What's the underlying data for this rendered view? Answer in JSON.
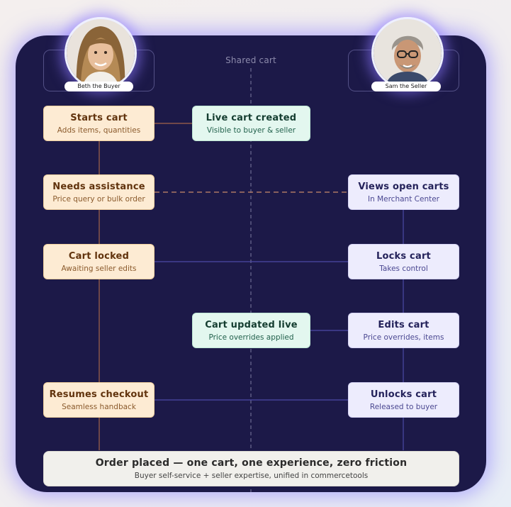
{
  "shared_lane_label": "Shared cart",
  "buyer": {
    "name": "Beth the Buyer"
  },
  "seller": {
    "name": "Sam the Seller"
  },
  "nodes": {
    "starts_cart": {
      "title": "Starts cart",
      "subtitle": "Adds items, quantities"
    },
    "live_cart_created": {
      "title": "Live cart created",
      "subtitle": "Visible to buyer & seller"
    },
    "needs_assistance": {
      "title": "Needs assistance",
      "subtitle": "Price query or bulk order"
    },
    "views_open_carts": {
      "title": "Views open carts",
      "subtitle": "In Merchant Center"
    },
    "cart_locked": {
      "title": "Cart locked",
      "subtitle": "Awaiting seller edits"
    },
    "locks_cart": {
      "title": "Locks cart",
      "subtitle": "Takes control"
    },
    "cart_updated_live": {
      "title": "Cart updated live",
      "subtitle": "Price overrides applied"
    },
    "edits_cart": {
      "title": "Edits cart",
      "subtitle": "Price overrides, items"
    },
    "resumes_checkout": {
      "title": "Resumes checkout",
      "subtitle": "Seamless handback"
    },
    "unlocks_cart": {
      "title": "Unlocks cart",
      "subtitle": "Released to buyer"
    },
    "order_placed": {
      "title": "Order placed — one cart, one experience, zero friction",
      "subtitle": "Buyer self-service + seller expertise, unified in commercetools"
    }
  },
  "colors": {
    "panel": "#1c1948",
    "panel_glow": "#8276ff",
    "buyer_node": "#fdebd3",
    "shared_node": "#e3f7ef",
    "seller_node": "#edecfd",
    "final_node": "#f1f0ec",
    "buyer_line": "#a4664a",
    "seller_line": "#4b4aa6",
    "dashed_request_line": "#c98a6a"
  },
  "icons": [
    "buyer-avatar-icon",
    "seller-avatar-icon"
  ]
}
